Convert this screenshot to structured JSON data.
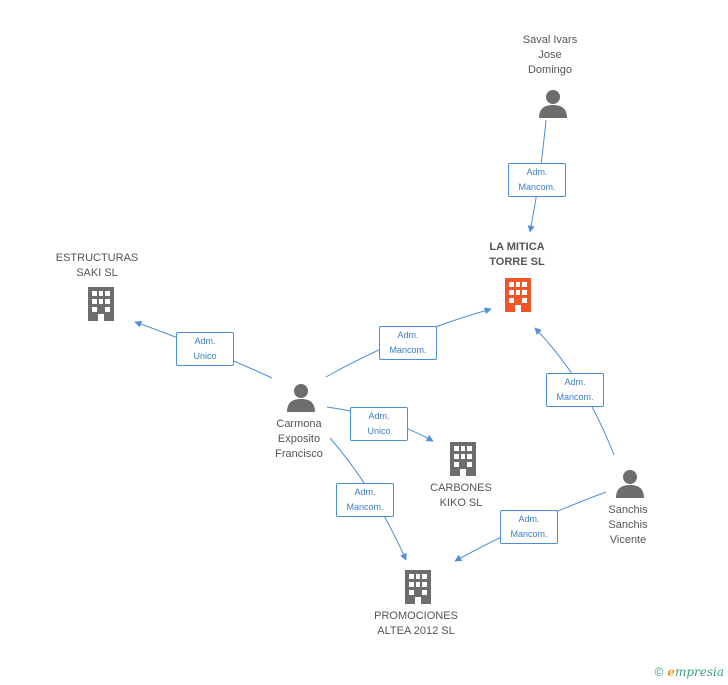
{
  "nodes": {
    "saval": {
      "lines": [
        "Saval Ivars",
        "Jose",
        "Domingo"
      ]
    },
    "mitica": {
      "lines": [
        "LA MITICA",
        "TORRE SL"
      ]
    },
    "estructuras": {
      "lines": [
        "ESTRUCTURAS",
        "SAKI SL"
      ]
    },
    "carmona": {
      "lines": [
        "Carmona",
        "Exposito",
        "Francisco"
      ]
    },
    "carbones": {
      "lines": [
        "CARBONES",
        "KIKO SL"
      ]
    },
    "promociones": {
      "lines": [
        "PROMOCIONES",
        "ALTEA 2012 SL"
      ]
    },
    "sanchis": {
      "lines": [
        "Sanchis",
        "Sanchis",
        "Vicente"
      ]
    }
  },
  "edges": {
    "saval_mitica": [
      "Adm.",
      "Mancom."
    ],
    "carmona_mitica": [
      "Adm.",
      "Mancom."
    ],
    "carmona_estructuras": [
      "Adm.",
      "Unico"
    ],
    "carmona_carbones": [
      "Adm.",
      "Unico"
    ],
    "carmona_promociones": [
      "Adm.",
      "Mancom."
    ],
    "sanchis_mitica": [
      "Adm.",
      "Mancom."
    ],
    "sanchis_promociones": [
      "Adm.",
      "Mancom."
    ]
  },
  "colors": {
    "edge": "#4a8fd8",
    "icon": "#6d6d6d",
    "focus_icon": "#f0562a"
  },
  "brand": {
    "copyright": "©",
    "e": "e",
    "rest": "mpresia"
  }
}
